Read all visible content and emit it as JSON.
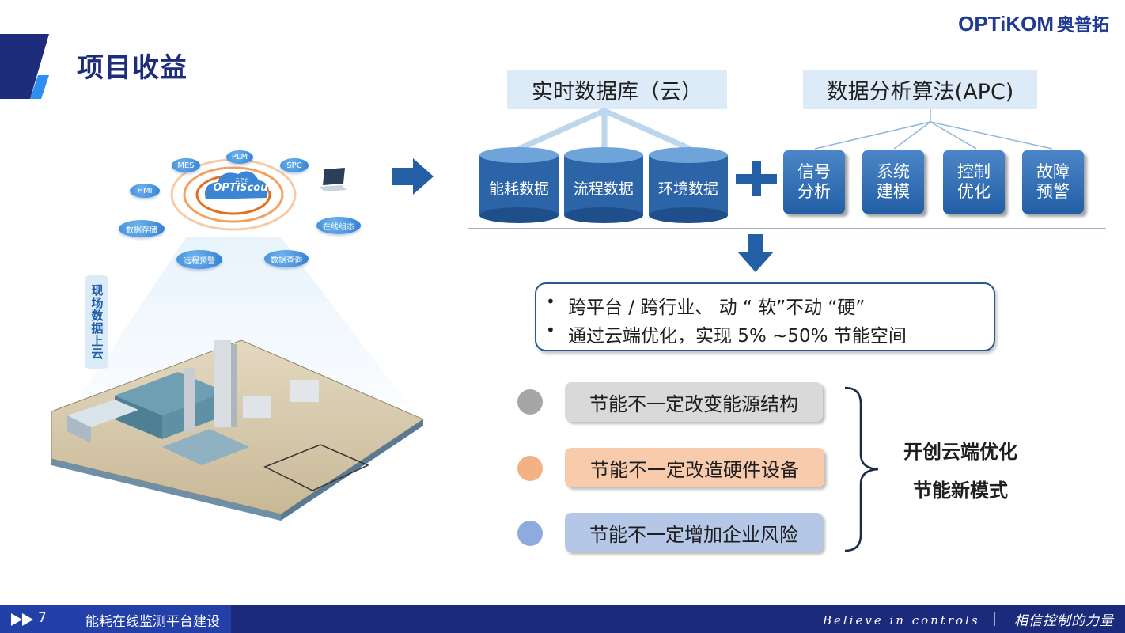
{
  "header": {
    "title": "项目收益",
    "logo_latin": "OPTiKOM",
    "logo_cn": "奥普拓"
  },
  "illustration": {
    "vertical_label": "现场数据上云",
    "cloud_label_small": "云平台",
    "cloud_label": "OPTiScout",
    "bubbles": [
      "MES",
      "PLM",
      "SPC",
      "HMI",
      "数据存储",
      "在线组态",
      "远程预警",
      "数据查询"
    ],
    "icon": "plant-isometric-illustration"
  },
  "flow": {
    "db_title": "实时数据库（云）",
    "algo_title": "数据分析算法(APC)",
    "db_items": [
      "能耗数据",
      "流程数据",
      "环境数据"
    ],
    "algo_items": [
      {
        "line1": "信号",
        "line2": "分析"
      },
      {
        "line1": "系统",
        "line2": "建模"
      },
      {
        "line1": "控制",
        "line2": "优化"
      },
      {
        "line1": "故障",
        "line2": "预警"
      }
    ],
    "bullets": [
      "跨平台 / 跨行业、 动 “ 软”不动 “硬”",
      "通过云端优化，实现 5% ~50% 节能空间"
    ]
  },
  "benefits": {
    "rows": [
      {
        "text": "节能不一定改变能源结构",
        "dot_color": "#a6a6a6",
        "bg_color": "#d9d9d9"
      },
      {
        "text": "节能不一定改造硬件设备",
        "dot_color": "#f4b183",
        "bg_color": "#f8cbad"
      },
      {
        "text": "节能不一定增加企业风险",
        "dot_color": "#8faadc",
        "bg_color": "#b4c7e7"
      }
    ],
    "summary_line1": "开创云端优化",
    "summary_line2": "节能新模式"
  },
  "footer": {
    "page_number": "7",
    "title": "能耗在线监测平台建设",
    "slogan": "Believe in controls",
    "separator": "|",
    "signature": "相信控制的力量"
  },
  "colors": {
    "brand_blue": "#1e2c7c",
    "footer_blue": "#1b2a7a",
    "box_light": "#dcebf7",
    "primary_blue": "#235fa5"
  }
}
